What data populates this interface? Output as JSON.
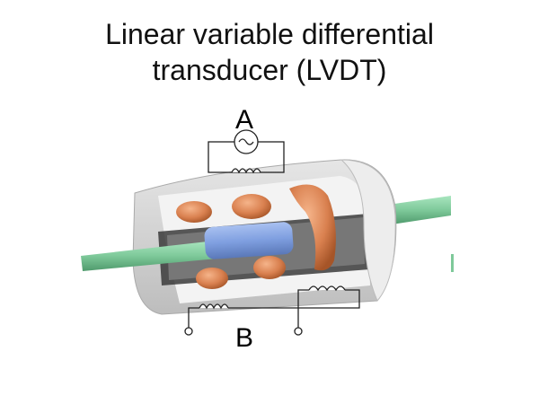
{
  "slide": {
    "title_line1": "Linear variable differential",
    "title_line2": "transducer (LVDT)"
  },
  "diagram": {
    "label_primary": "A",
    "label_secondary": "B",
    "components": [
      "ac-source",
      "primary-coil",
      "secondary-coil-1",
      "secondary-coil-2",
      "core",
      "shaft",
      "housing"
    ],
    "colors": {
      "housing": "#d8d8d8",
      "housing_inner": "#f4f4f4",
      "coil": "#d9804f",
      "core": "#7f9fe0",
      "shaft": "#7ec99a",
      "wire": "#222222"
    }
  }
}
